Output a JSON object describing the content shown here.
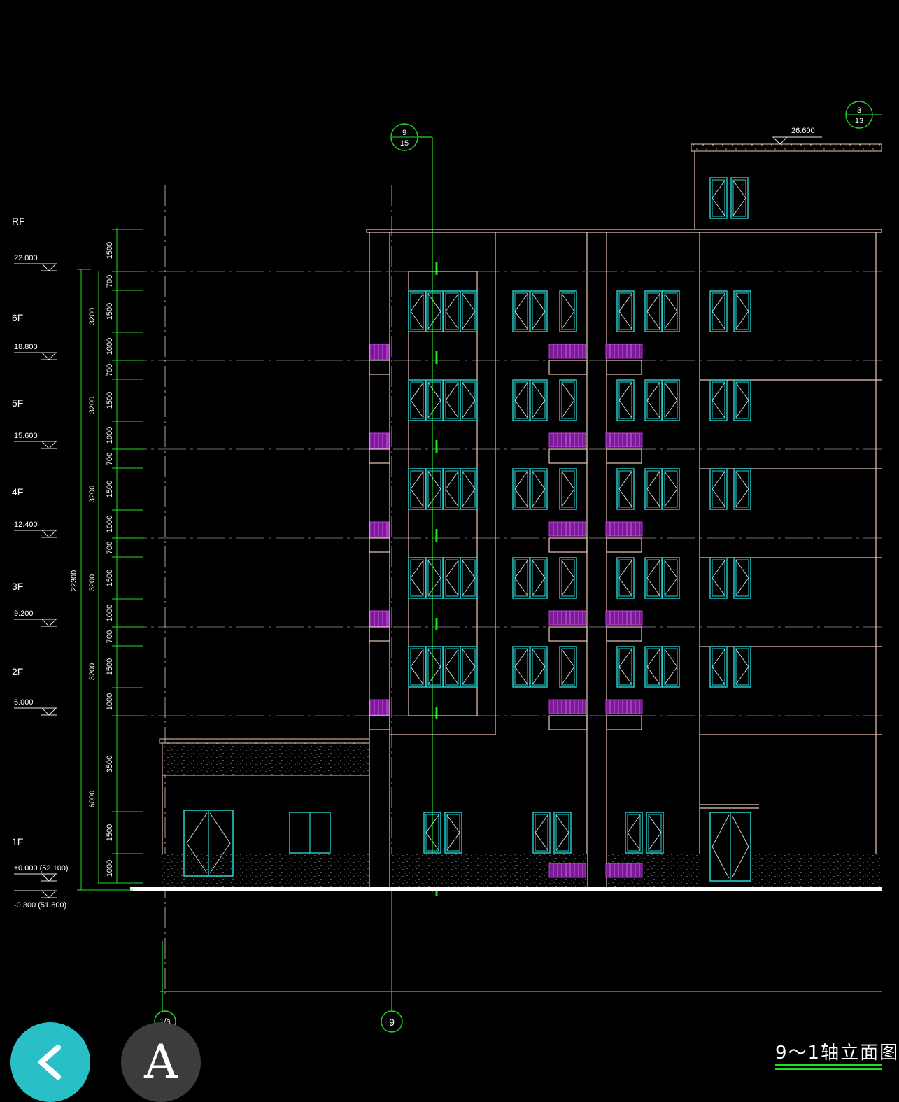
{
  "colors": {
    "background": "#000000",
    "grid_axis": "#22dd22",
    "wall": "#e8c8b8",
    "window": "#2ad4d4",
    "railing": "#b020c8",
    "level_line": "#cfcfcf",
    "back_button": "#28bfc7",
    "text_button": "#3c3c3c"
  },
  "levels": {
    "roof": {
      "name": "RF",
      "elevation": "22.000"
    },
    "f6": {
      "name": "6F",
      "elevation": "18.800"
    },
    "f5": {
      "name": "5F",
      "elevation": "15.600"
    },
    "f4": {
      "name": "4F",
      "elevation": "12.400"
    },
    "f3": {
      "name": "3F",
      "elevation": "9.200"
    },
    "f2": {
      "name": "2F",
      "elevation": "6.000"
    },
    "f1": {
      "name": "1F",
      "elevation": "±0.000 (52.100)"
    },
    "ground": {
      "elevation": "-0.300 (51.800)"
    },
    "stair_roof": {
      "elevation": "26.600"
    }
  },
  "dimensions": {
    "total": "22300",
    "floor_height": "3200",
    "ground_floor": "6000",
    "segments": {
      "parapet": "1500",
      "top": "700",
      "window": "1500",
      "sill": "1000",
      "ground_upper": "3500"
    }
  },
  "axes": {
    "bubble_9": "9",
    "bubble_1a": "1/a",
    "detail_9_15": {
      "top": "9",
      "bottom": "15"
    },
    "detail_3_13": {
      "top": "3",
      "bottom": "13"
    }
  },
  "ui": {
    "back_icon": "chevron-left-icon",
    "text_tool_label": "A",
    "sheet_title": "9～1轴立面图"
  }
}
